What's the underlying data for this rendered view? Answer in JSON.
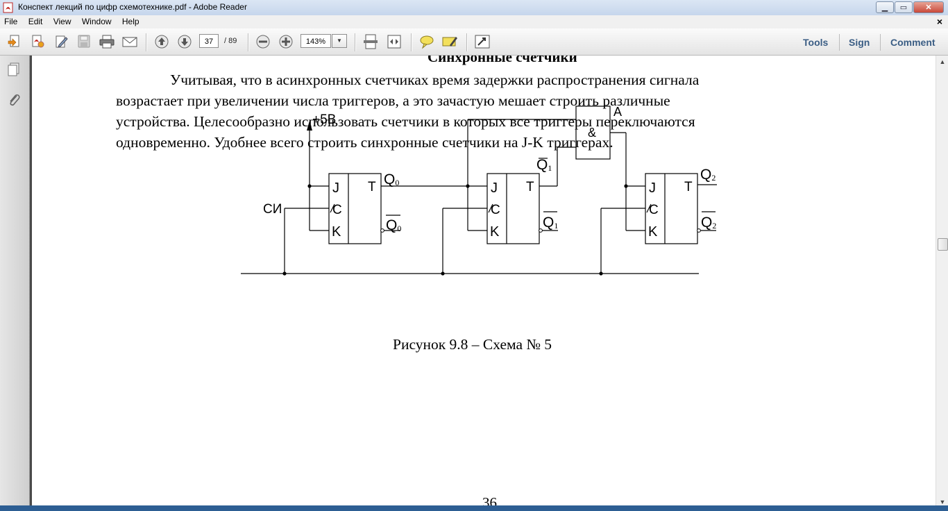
{
  "window": {
    "title": "Конспект лекций по цифр схемотехнике.pdf - Adobe Reader",
    "buttons": {
      "minimize": "▁",
      "maximize": "▭",
      "close": "✕"
    }
  },
  "menu": {
    "items": [
      "File",
      "Edit",
      "View",
      "Window",
      "Help"
    ],
    "close_label": "×"
  },
  "toolbar": {
    "page_current": "37",
    "page_total": "/ 89",
    "zoom": "143%",
    "tools_label": "Tools",
    "sign_label": "Sign",
    "comment_label": "Comment"
  },
  "document": {
    "heading": "Синхронные счетчики",
    "paragraph_lines": [
      "Учитывая, что в асинхронных счетчиках время задержки распространения сигнала",
      "возрастает при увеличении числа триггеров, а это зачастую мешает строить различные",
      "устройства. Целесообразно использовать счетчики в которых все триггеры переключаются",
      "одновременно. Удобнее всего строить синхронные счетчики на J-K триггерах."
    ],
    "caption": "Рисунок 9.8 – Схема № 5",
    "page_number": "36"
  },
  "circuit": {
    "power_label": "+5В",
    "clock_label": "СИ",
    "gate_label": "&",
    "gate_output_label": "A",
    "pin_j": "J",
    "pin_c": "C",
    "pin_k": "K",
    "pin_t": "T",
    "q_letter": "Q",
    "indices": [
      "0",
      "1",
      "2"
    ]
  }
}
